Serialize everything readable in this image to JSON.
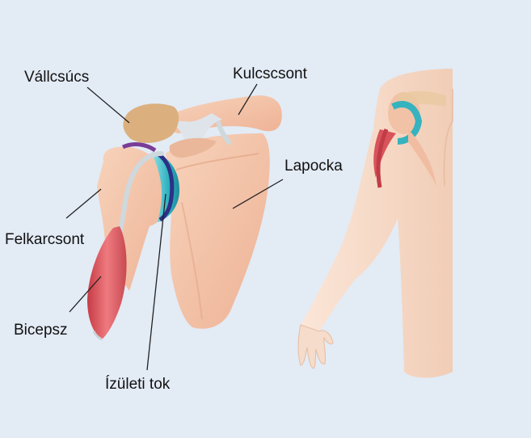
{
  "labels": {
    "acromion": "Vállcsúcs",
    "clavicle": "Kulcscsont",
    "scapula": "Lapocka",
    "humerus": "Felkarcsont",
    "biceps": "Bicepsz",
    "capsule": "Ízületi tok"
  },
  "colors": {
    "background": "#e3ebf5",
    "bone": "#f2c3a6",
    "bone_shadow": "#e2a688",
    "acromion": "#dbb07e",
    "ligament": "#cfd8dc",
    "capsule": "#34b3c0",
    "cartilage": "#2d2f86",
    "muscle": "#d9535a",
    "skin": "#f5dccb",
    "line": "#222222"
  }
}
